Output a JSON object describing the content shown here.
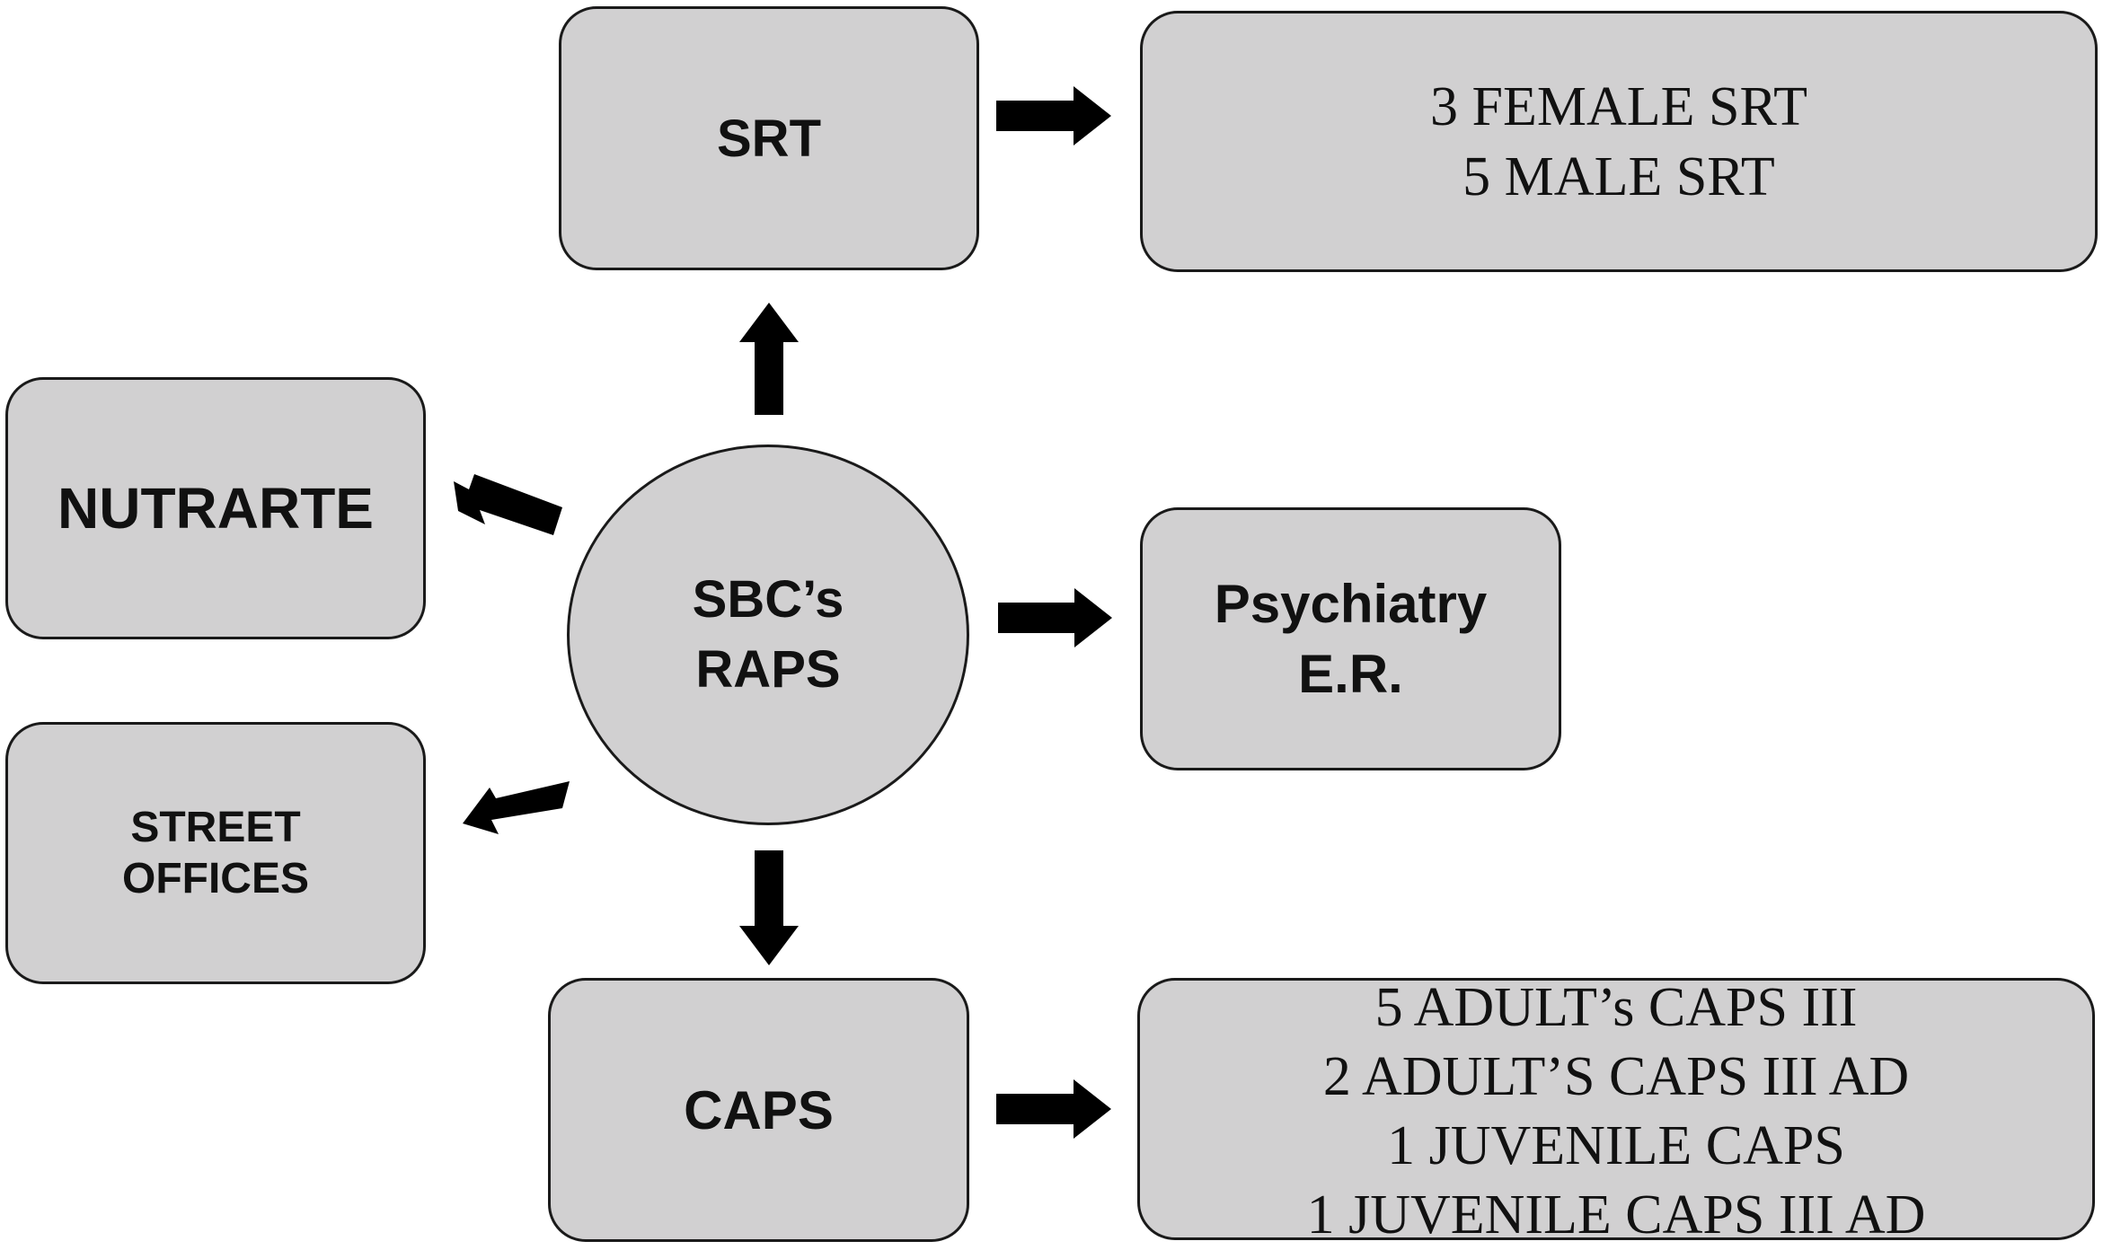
{
  "nodes": {
    "srt": {
      "lines": [
        "SRT"
      ]
    },
    "srt_detail": {
      "lines": [
        "3 FEMALE SRT",
        "5 MALE SRT"
      ]
    },
    "nutrarte": {
      "lines": [
        "NUTRARTE"
      ]
    },
    "street_offices": {
      "lines": [
        "STREET",
        "OFFICES"
      ]
    },
    "center": {
      "lines": [
        "SBC’s",
        "RAPS"
      ]
    },
    "psychiatry": {
      "lines": [
        "Psychiatry",
        "E.R."
      ]
    },
    "caps": {
      "lines": [
        "CAPS"
      ]
    },
    "caps_detail": {
      "lines": [
        "5 ADULT’s CAPS III",
        "2 ADULT’S CAPS III AD",
        "1 JUVENILE CAPS",
        "1 JUVENILE CAPS III AD"
      ]
    }
  },
  "edges": [
    {
      "from": "center",
      "to": "srt"
    },
    {
      "from": "center",
      "to": "nutrarte"
    },
    {
      "from": "center",
      "to": "street_offices"
    },
    {
      "from": "center",
      "to": "psychiatry"
    },
    {
      "from": "center",
      "to": "caps"
    },
    {
      "from": "srt",
      "to": "srt_detail"
    },
    {
      "from": "caps",
      "to": "caps_detail"
    }
  ],
  "colors": {
    "node_fill": "#d1d0d1",
    "node_border": "#1a1a1a",
    "arrow": "#000000",
    "text": "#111111"
  }
}
